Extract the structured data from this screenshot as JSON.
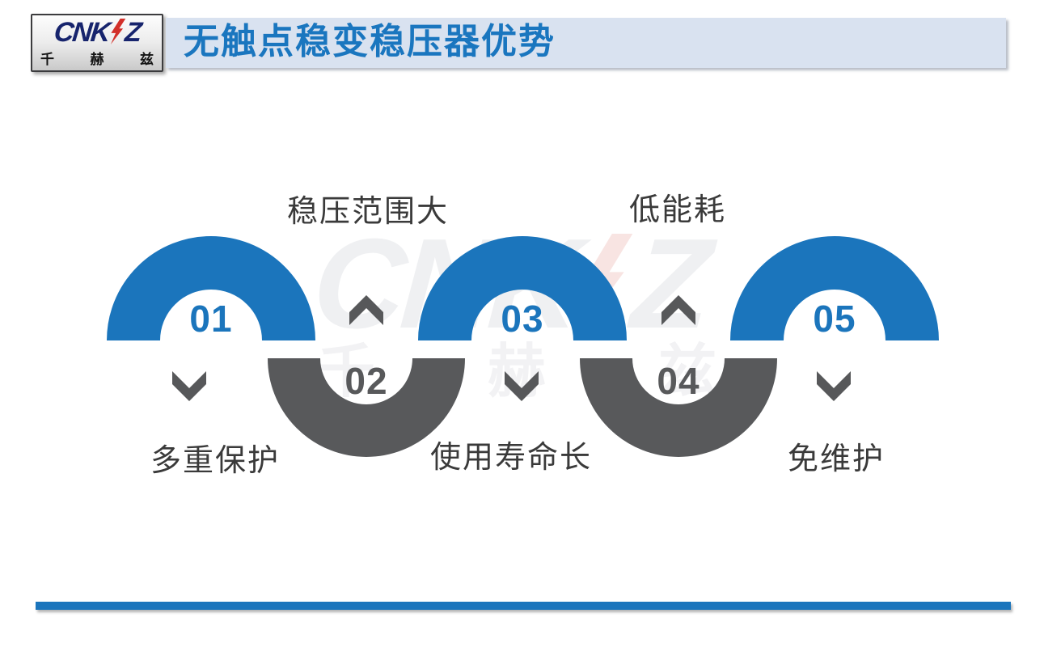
{
  "header": {
    "title": "无触点稳变稳压器优势"
  },
  "logo": {
    "wordmark_prefix": "CNK",
    "wordmark_suffix": "Z",
    "bolt_icon": "lightning-bolt",
    "subtext_chars": [
      "千",
      "赫",
      "兹"
    ]
  },
  "watermark": {
    "prefix": "CNK",
    "suffix": "Z",
    "subtext_chars": [
      "千",
      "赫",
      "兹"
    ]
  },
  "diagram": {
    "steps": [
      {
        "number": "01",
        "label": "多重保护",
        "arc": "top",
        "arc_color": "#1b75bc",
        "arrow": "down",
        "label_position": "bottom"
      },
      {
        "number": "02",
        "label": "稳压范围大",
        "arc": "bottom",
        "arc_color": "#58595b",
        "arrow": "up",
        "label_position": "top"
      },
      {
        "number": "03",
        "label": "使用寿命长",
        "arc": "top",
        "arc_color": "#1b75bc",
        "arrow": "down",
        "label_position": "bottom"
      },
      {
        "number": "04",
        "label": "低能耗",
        "arc": "bottom",
        "arc_color": "#58595b",
        "arrow": "up",
        "label_position": "top"
      },
      {
        "number": "05",
        "label": "免维护",
        "arc": "top",
        "arc_color": "#1b75bc",
        "arrow": "down",
        "label_position": "bottom"
      }
    ]
  },
  "colors": {
    "accent_blue": "#1b75bc",
    "dark_gray": "#58595b",
    "title_bar_bg": "#d9e2f0",
    "title_text": "#1a76bf",
    "logo_navy": "#17246d",
    "logo_red": "#d2302a",
    "label_text": "#3a3a3a",
    "arrow_gray": "#57585a",
    "background": "#ffffff"
  }
}
